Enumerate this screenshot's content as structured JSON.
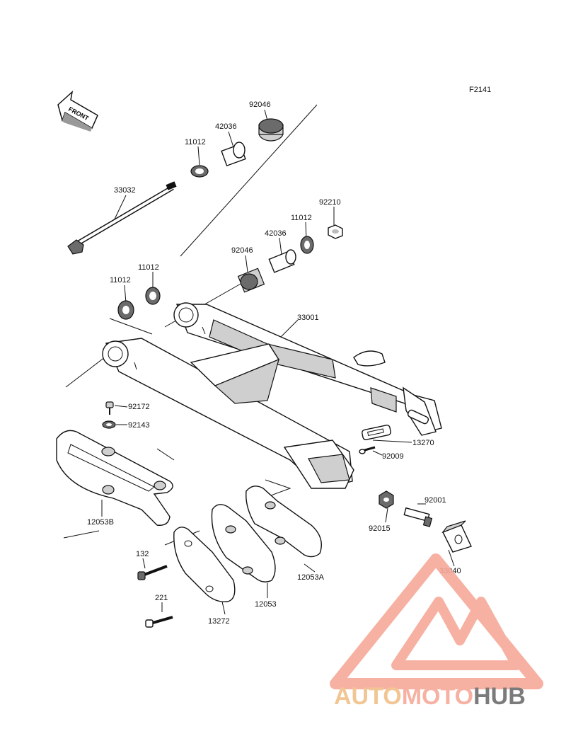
{
  "figure_code": "F2141",
  "front_arrow_label": "FRONT",
  "watermark": {
    "part1": "AUTO",
    "part2": "MOTO",
    "part3": "HUB",
    "color_primary": "#f6a999",
    "color_secondary": "#f0c089",
    "color_hub": "#6d6d6d"
  },
  "callouts": {
    "c92046_top": "92046",
    "c42036_top": "42036",
    "c11012_top": "11012",
    "c33032": "33032",
    "c92210": "92210",
    "c11012_mid": "11012",
    "c42036_mid": "42036",
    "c92046_mid": "92046",
    "c11012_left_a": "11012",
    "c11012_left_b": "11012",
    "c33001": "33001",
    "c92172": "92172",
    "c92143": "92143",
    "c13270": "13270",
    "c92009": "92009",
    "c12053B": "12053B",
    "c92001": "92001",
    "c92015": "92015",
    "c132": "132",
    "c33040": "33040",
    "c12053A": "12053A",
    "c221": "221",
    "c12053": "12053",
    "c13272": "13272"
  }
}
